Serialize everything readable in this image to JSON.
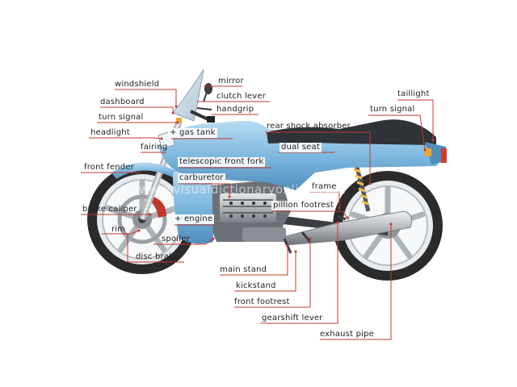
{
  "colors": {
    "leader": "#c0392b",
    "body": "#7fb9e0",
    "tire": "#2b2b2b",
    "metal": "#a9adb3"
  },
  "watermark": "www.visualdictionaryonline.com",
  "labels": {
    "windshield": "windshield",
    "mirror": "mirror",
    "dashboard": "dashboard",
    "clutch_lever": "clutch lever",
    "turn_signal_front": "turn signal",
    "handgrip": "handgrip",
    "headlight": "headlight",
    "gas_tank": "+ gas tank",
    "fairing": "fairing",
    "telescopic_front_fork": "telescopic front fork",
    "front_fender": "front fender",
    "carburetor": "carburetor",
    "brake_caliper": "brake caliper",
    "engine": "+ engine",
    "rim": "rim",
    "spoiler": "spoiler",
    "disc_brake": "disc brake",
    "taillight": "taillight",
    "turn_signal_rear": "turn signal",
    "rear_shock_absorber": "rear shock absorber",
    "dual_seat": "dual seat",
    "frame": "frame",
    "pillion_footrest": "pillion footrest",
    "main_stand": "main stand",
    "kickstand": "kickstand",
    "front_footrest": "front footrest",
    "gearshift_lever": "gearshift lever",
    "exhaust_pipe": "exhaust pipe"
  }
}
